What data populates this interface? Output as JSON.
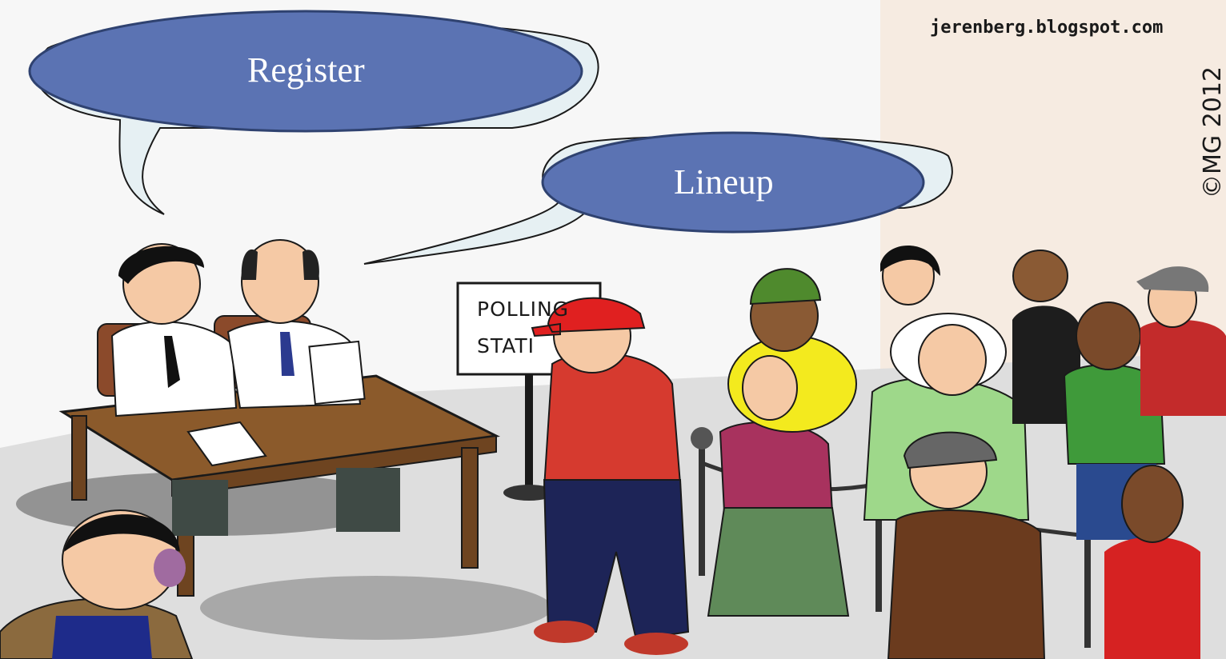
{
  "callouts": {
    "register": {
      "label": "Register"
    },
    "lineup": {
      "label": "Lineup"
    }
  },
  "cartoon": {
    "credit_url": "jerenberg.blogspot.com",
    "copyright": "©MG 2012",
    "sign_line1": "POLLING",
    "sign_line2": "STATI"
  },
  "colors": {
    "callout_fill": "#5b73b3",
    "callout_stroke": "#2f4270",
    "callout_text": "#ffffff",
    "bubble_fill": "#e6f0f3",
    "table": "#8b5a2b",
    "floor": "#dedede",
    "wall": "#f7f7f7"
  }
}
